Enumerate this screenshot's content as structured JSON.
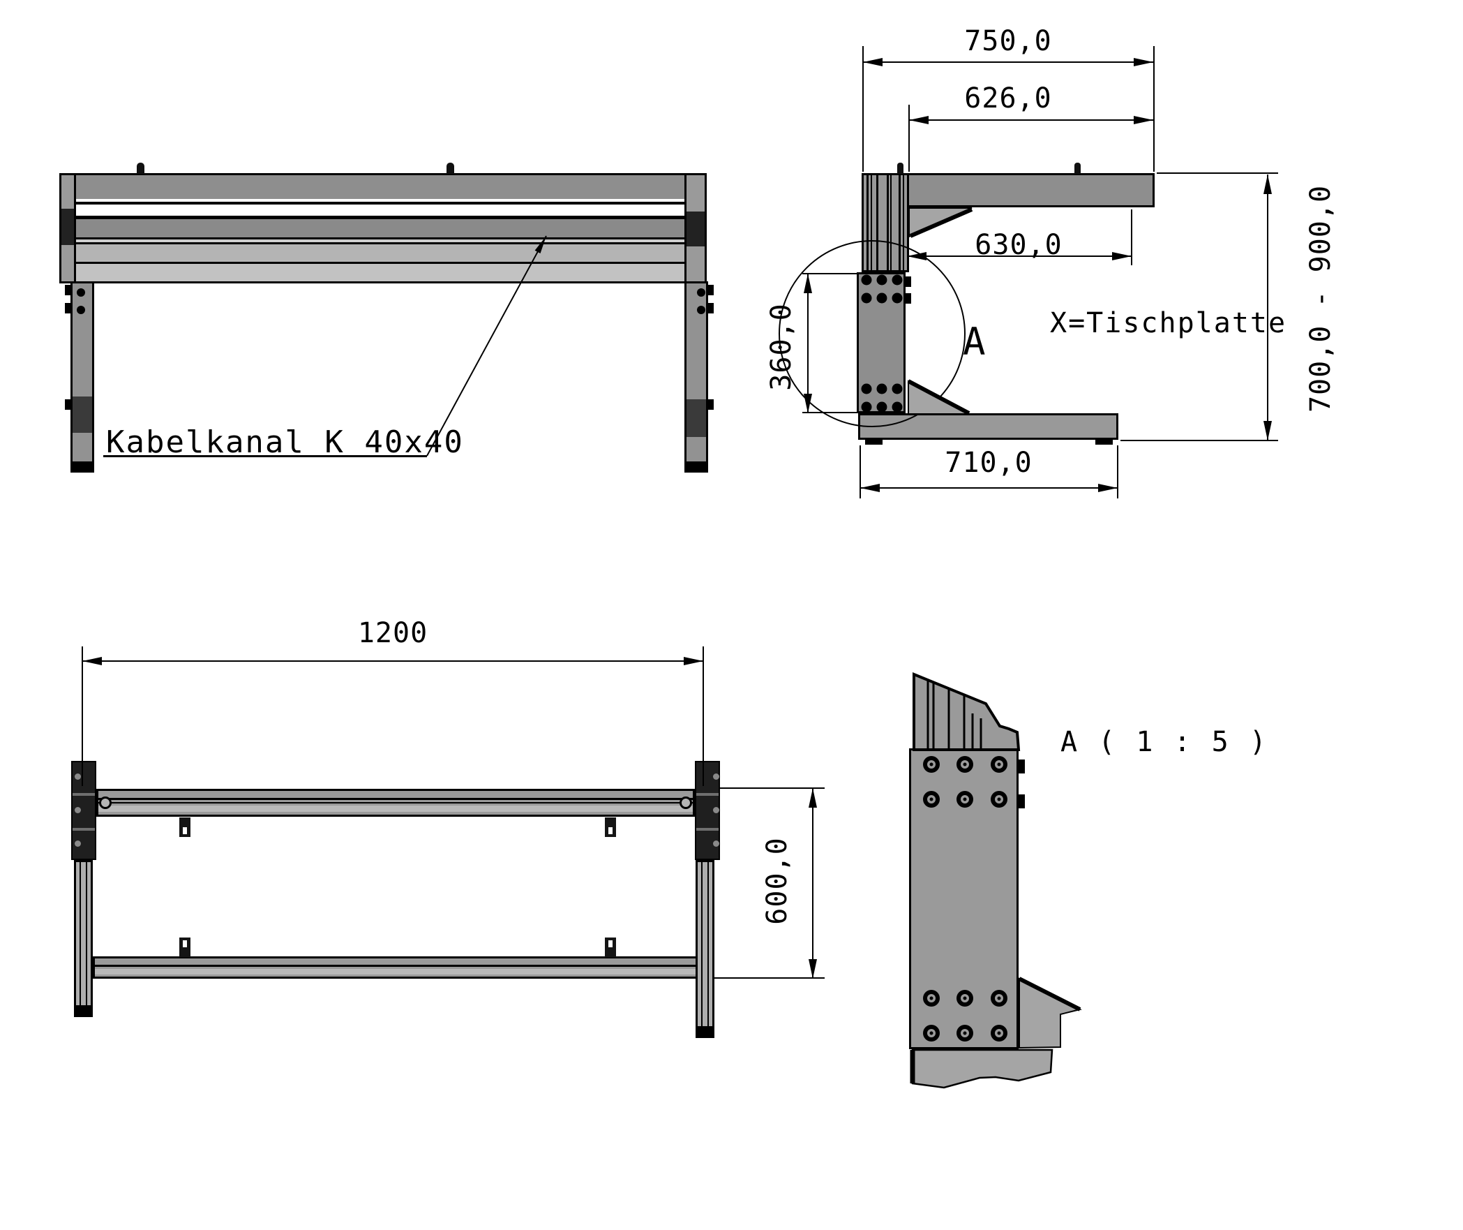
{
  "meta": {
    "type": "technical-drawing",
    "background": "#ffffff",
    "line_color": "#000000"
  },
  "colors": {
    "profile_gray": "#8e8e8e",
    "profile_mid": "#a5a5a5",
    "profile_light": "#b8b8b8",
    "profile_lighter": "#c6c6c6",
    "dark_block": "#2f2f2f",
    "black": "#000000"
  },
  "views": {
    "front": {
      "label_kabelkanal": "Kabelkanal K 40x40"
    },
    "side": {
      "note_tischplatte": "X=Tischplatte",
      "detail_marker": "A",
      "dims": {
        "total_depth": "750,0",
        "top_overhang": "626,0",
        "under_clearance": "630,0",
        "bracket_height": "360,0",
        "foot_depth": "710,0",
        "height_range": "700,0 - 900,0"
      }
    },
    "top": {
      "dims": {
        "frame_width": "1200",
        "frame_depth": "600,0"
      }
    },
    "detail": {
      "title": "A ( 1 : 5 )"
    }
  }
}
